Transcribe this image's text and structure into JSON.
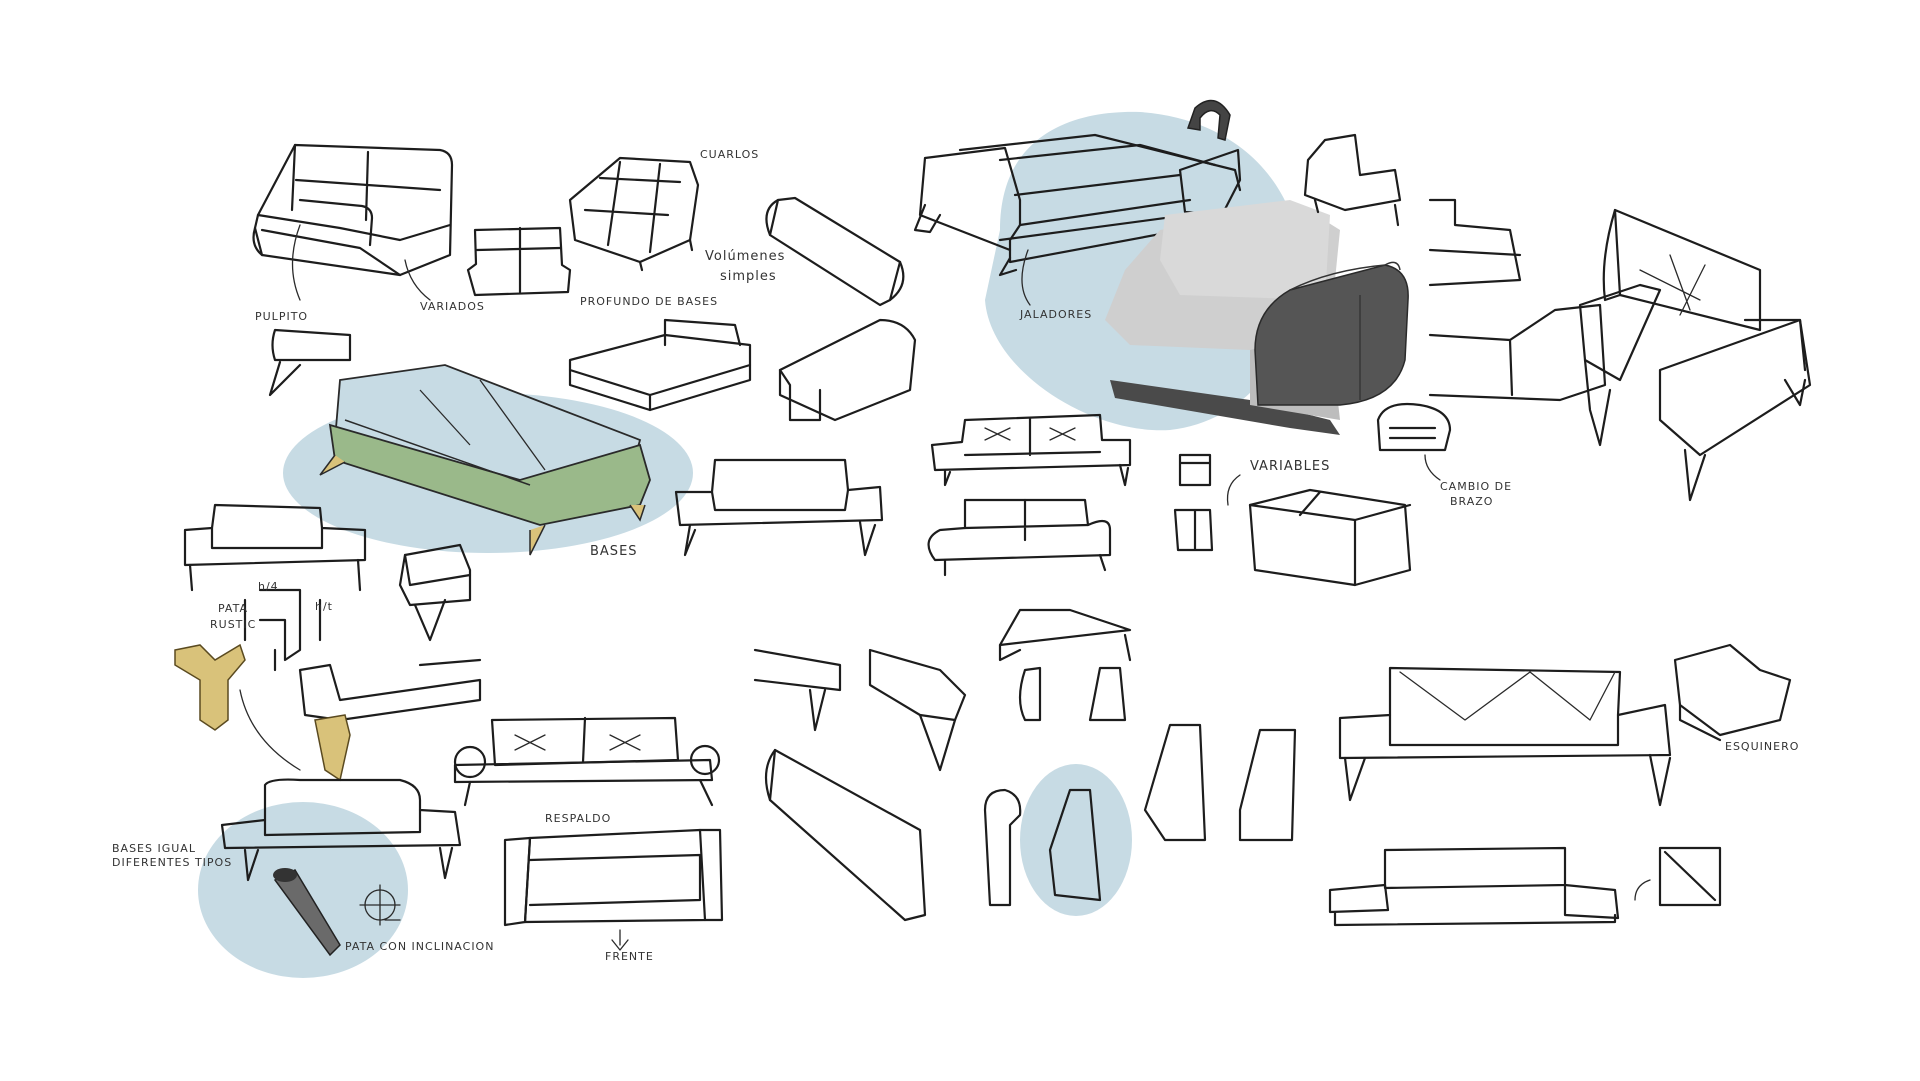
{
  "colors": {
    "highlight": "#c7dbe4",
    "green": "#9ab98a",
    "gold": "#d9c27a",
    "gray_light": "#d6d6d6",
    "gray_dark": "#555555",
    "ink": "#1d1d1d"
  },
  "notes": {
    "cojines": "CUARLOS",
    "pulpito": "PULPITO",
    "variado": "VARIADOS",
    "volumenes": "Volúmenes",
    "simples": "simples",
    "jaladores": "JALADORES",
    "variables": "VARIABLES",
    "cambio_brazo": "CAMBIO DE",
    "brazo": "BRAZO",
    "bases": "BASES",
    "pata_l": "PATA",
    "pata_l2": "RUSTIC",
    "h_note": "h/4",
    "ht": "h/t",
    "respaldo": "RESPALDO",
    "frente": "FRENTE",
    "pata_inclinada": "PATA CON INCLINACION",
    "bases_left": "BASES IGUAL",
    "bases_left2": "DIFERENTES TIPOS",
    "profundo": "PROFUNDO DE BASES",
    "esquinero": "ESQUINERO"
  }
}
